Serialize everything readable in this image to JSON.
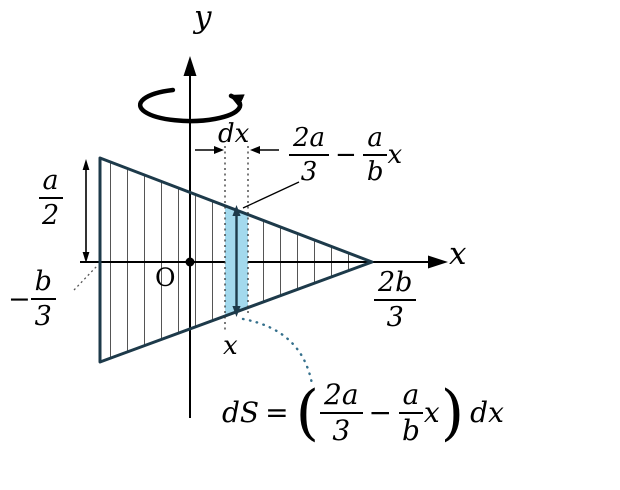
{
  "diagram": {
    "axes": {
      "x_label": "x",
      "y_label": "y",
      "origin_label": "O"
    },
    "labels": {
      "strip_width": "dx",
      "strip_position": "x",
      "half_height": {
        "num": "a",
        "den": "2"
      },
      "left_intercept": {
        "sign": "−",
        "num": "b",
        "den": "3"
      },
      "right_intercept": {
        "num": "2b",
        "den": "3"
      },
      "edge_expression": {
        "f1_num": "2a",
        "f1_den": "3",
        "op": "−",
        "f2_num": "a",
        "f2_den": "b",
        "var": "x"
      },
      "area_expression": {
        "lhs": "dS",
        "eq": "=",
        "open": "(",
        "f1_num": "2a",
        "f1_den": "3",
        "op": "−",
        "f2_num": "a",
        "f2_den": "b",
        "var": "x",
        "close": ")",
        "rhs": "dx"
      }
    },
    "colors": {
      "outline": "#1d3a4a",
      "strip_fill": "#a3d9ed",
      "axis": "#000000",
      "leader_dotted": "#35708c"
    }
  }
}
